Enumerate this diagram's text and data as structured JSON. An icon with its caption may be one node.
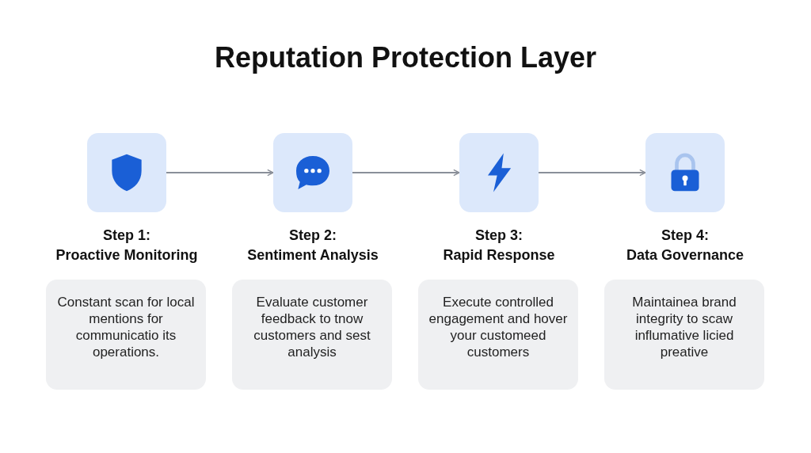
{
  "diagram": {
    "title": "Reputation Protection Layer",
    "nodes": [
      {
        "text": [],
        "shape": "box",
        "beside": [
          "Step 1: Proactive Monitoring"
        ]
      },
      {
        "text": [],
        "shape": "box",
        "beside": [
          "Step 2: Sentiment Analysis"
        ]
      },
      {
        "text": [],
        "shape": "box",
        "beside": [
          "Step 3: Rapid Response"
        ]
      },
      {
        "text": [],
        "shape": "box",
        "beside": [
          "Step 4: Data Governance"
        ]
      },
      {
        "text": [
          "Constant scan for local mentions for communicatio its operations."
        ]
      },
      {
        "text": [
          "Evaluate customer feedback to tnow customers and sest analysis"
        ]
      },
      {
        "text": [
          "Execute controlled engagement and hover your customeed customers"
        ]
      },
      {
        "text": [
          "Maintainea brand integrity to scaw influmative licied preative"
        ]
      }
    ],
    "edges": [
      {
        "from": 0,
        "to": 1,
        "arrow": "to"
      },
      {
        "from": 1,
        "to": 2,
        "arrow": "to"
      },
      {
        "from": 2,
        "to": 3,
        "arrow": "to"
      }
    ]
  }
}
